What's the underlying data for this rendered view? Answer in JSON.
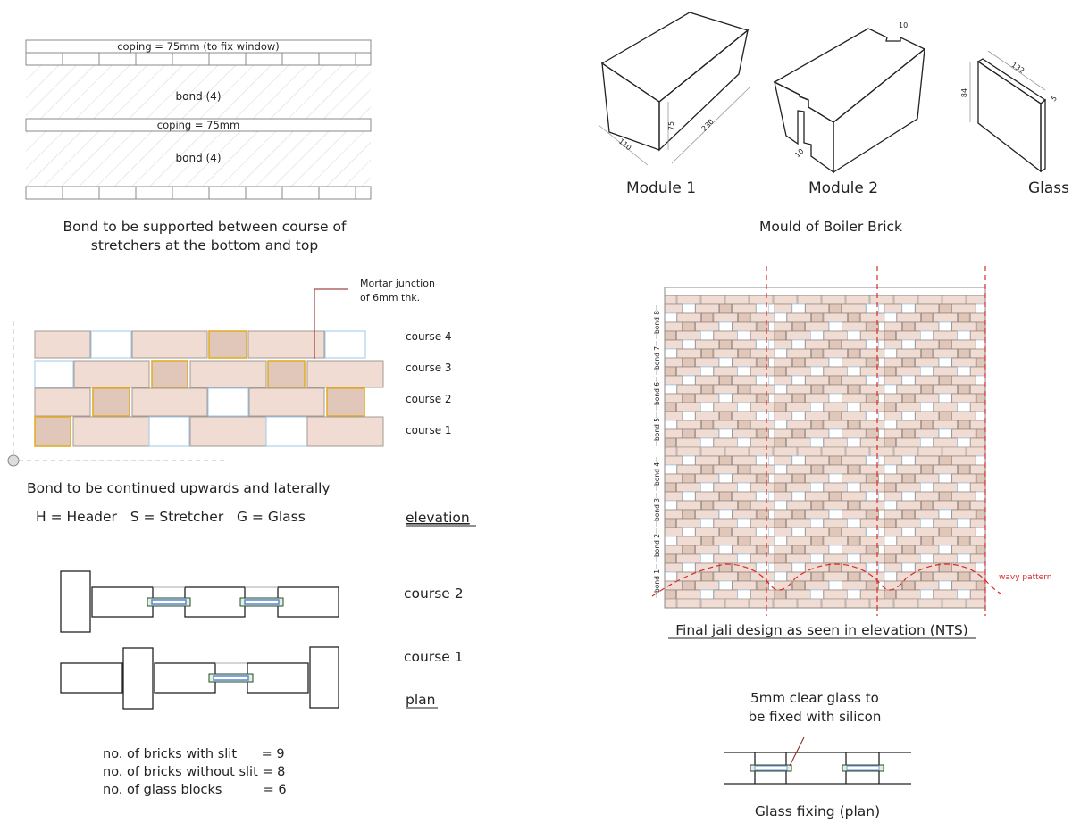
{
  "section_strip": {
    "coping_top": "coping = 75mm (to fix window)",
    "bond_upper": "bond (4)",
    "coping_middle": "coping = 75mm",
    "bond_lower": "bond (4)",
    "caption_line1": "Bond to be supported between course of",
    "caption_line2": "stretchers at the bottom and top"
  },
  "elevation": {
    "mortar_note_line1": "Mortar junction",
    "mortar_note_line2": "of 6mm thk.",
    "courses": [
      "course 4",
      "course 3",
      "course 2",
      "course 1"
    ],
    "caption": "Bond to be continued upwards and laterally",
    "legend": "H = Header   S = Stretcher   G = Glass",
    "title": "elevation",
    "colors": {
      "stretcher": "#f0dcd3",
      "header": "#e1c6ba",
      "glass_stroke": "#9cc7e8",
      "mortar": "#e0ad2c"
    }
  },
  "plan": {
    "course2": "course 2",
    "course1": "course 1",
    "title": "plan",
    "counts": [
      "no. of bricks with slit      = 9",
      "no. of bricks without slit = 8",
      "no. of glass blocks          = 6"
    ]
  },
  "moulds": {
    "module1": {
      "label": "Module 1",
      "dims": [
        "110",
        "75",
        "230"
      ]
    },
    "module2": {
      "label": "Module 2",
      "dims": [
        "10",
        "10"
      ]
    },
    "glass": {
      "label": "Glass",
      "dims": [
        "84",
        "132",
        "5"
      ]
    },
    "caption": "Mould of Boiler Brick"
  },
  "jali": {
    "bonds": [
      "bond 1",
      "bond 2",
      "bond 3",
      "bond 4",
      "bond 5",
      "bond 6",
      "bond 7",
      "bond 8"
    ],
    "wavy_label": "wavy pattern",
    "caption": "Final jali design as seen in elevation (NTS)",
    "accent": "#d62a2a"
  },
  "glass_fixing": {
    "note_line1": "5mm clear glass to",
    "note_line2": "be fixed with silicon",
    "caption": "Glass fixing (plan)"
  }
}
